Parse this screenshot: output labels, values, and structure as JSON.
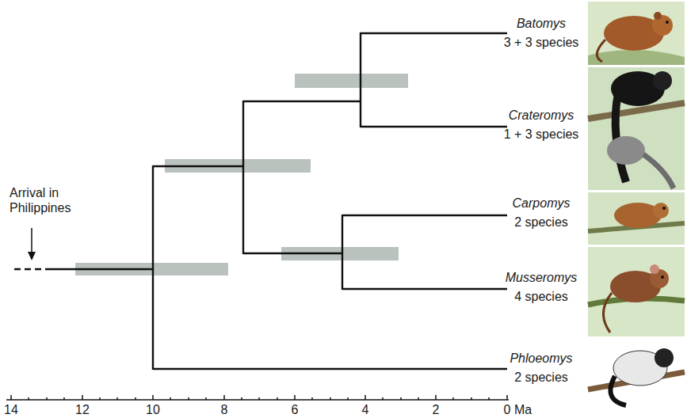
{
  "diagram": {
    "labels": [
      "Arrival in Philippines",
      "Batomys",
      "3 + 3 species",
      "Crateromys",
      "1 + 3 species",
      "Carpomys",
      "2 species",
      "Musseromys",
      "4 species",
      "Phloeomys",
      "2 species",
      "14",
      "12",
      "10",
      "8",
      "6",
      "4",
      "2",
      "0 Ma"
    ]
  }
}
